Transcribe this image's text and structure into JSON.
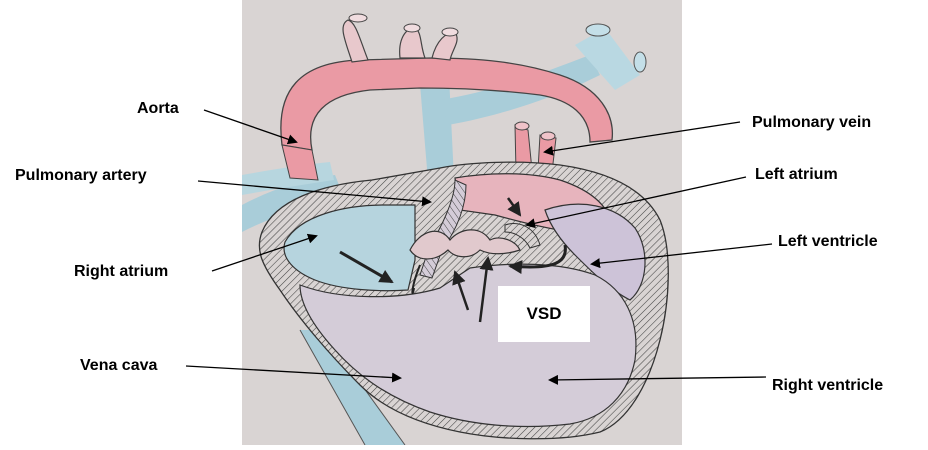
{
  "labels": {
    "aorta": "Aorta",
    "pulmonary_artery": "Pulmonary artery",
    "right_atrium": "Right atrium",
    "vena_cava": "Vena cava",
    "pulmonary_vein": "Pulmonary vein",
    "left_atrium": "Left  atrium",
    "left_ventricle": "Left  ventricle",
    "right_ventricle": "Right ventricle",
    "vsd": "VSD"
  },
  "colors": {
    "paper": "#d9d4d3",
    "oxygenated": "#ea9aa4",
    "deoxygenated": "#a9cdd9",
    "ventricle_tint": "#cdc3d8",
    "ink": "#2a2a2a"
  }
}
